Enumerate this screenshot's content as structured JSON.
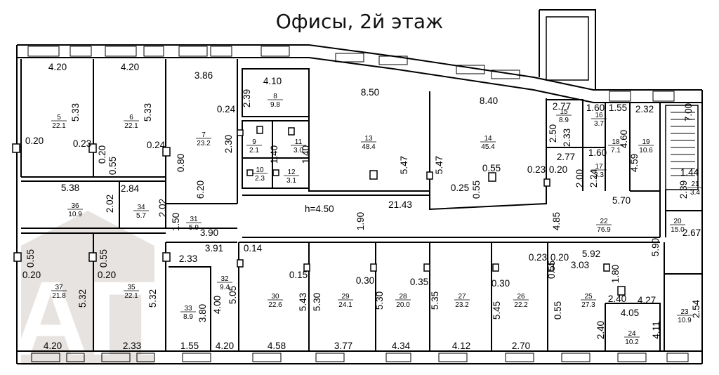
{
  "title": "Офисы, 2й этаж",
  "ceiling_height": "h=4.50",
  "watermark": "АП",
  "rooms": [
    {
      "num": "5",
      "area": "22.1"
    },
    {
      "num": "6",
      "area": "22.1"
    },
    {
      "num": "7",
      "area": "23.2"
    },
    {
      "num": "8",
      "area": "9.8"
    },
    {
      "num": "9",
      "area": "2.1"
    },
    {
      "num": "10",
      "area": "2.3"
    },
    {
      "num": "11",
      "area": "3.0"
    },
    {
      "num": "12",
      "area": "3.1"
    },
    {
      "num": "13",
      "area": "48.4"
    },
    {
      "num": "14",
      "area": "45.4"
    },
    {
      "num": "15",
      "area": "8.9"
    },
    {
      "num": "16",
      "area": "3.7"
    },
    {
      "num": "17",
      "area": "3.3"
    },
    {
      "num": "18",
      "area": "7.1"
    },
    {
      "num": "19",
      "area": "10.6"
    },
    {
      "num": "20",
      "area": "15.0"
    },
    {
      "num": "21",
      "area": "3.4"
    },
    {
      "num": "22",
      "area": "76.9"
    },
    {
      "num": "23",
      "area": "10.9"
    },
    {
      "num": "24",
      "area": "10.2"
    },
    {
      "num": "25",
      "area": "27.3"
    },
    {
      "num": "26",
      "area": "22.2"
    },
    {
      "num": "27",
      "area": "23.2"
    },
    {
      "num": "28",
      "area": "20.0"
    },
    {
      "num": "29",
      "area": "24.1"
    },
    {
      "num": "30",
      "area": "22.6"
    },
    {
      "num": "31",
      "area": "5.9"
    },
    {
      "num": "32",
      "area": "9.4"
    },
    {
      "num": "33",
      "area": "8.9"
    },
    {
      "num": "34",
      "area": "5.7"
    },
    {
      "num": "35",
      "area": "22.1"
    },
    {
      "num": "36",
      "area": "10.9"
    },
    {
      "num": "37",
      "area": "21.8"
    }
  ],
  "dimensions": [
    "4.20",
    "4.20",
    "3.86",
    "4.10",
    "8.50",
    "8.40",
    "2.77",
    "1.60",
    "1.55",
    "2.32",
    "7.00",
    "2.39",
    "5.33",
    "5.33",
    "0.24",
    "0.20",
    "0.23",
    "0.20",
    "0.55",
    "0.24",
    "0.80",
    "2.30",
    "1.40",
    "1.40",
    "5.47",
    "5.47",
    "0.55",
    "0.23",
    "0.20",
    "2.50",
    "2.33",
    "2.77",
    "1.60",
    "2.00",
    "2.24",
    "4.60",
    "4.59",
    "1.44",
    "2.39",
    "6.20",
    "5.38",
    "2.02",
    "2.84",
    "2.02",
    "1.50",
    "3.90",
    "0.25",
    "21.43",
    "1.90",
    "0.55",
    "4.85",
    "5.70",
    "2.67",
    "0.55",
    "0.55",
    "3.91",
    "0.14",
    "0.20",
    "0.20",
    "2.33",
    "0.15",
    "0.30",
    "0.35",
    "0.30",
    "0.23",
    "0.20",
    "5.92",
    "0.55",
    "5.90",
    "5.32",
    "5.32",
    "3.80",
    "4.00",
    "5.05",
    "5.43",
    "5.30",
    "5.30",
    "5.35",
    "5.45",
    "0.55",
    "3.03",
    "1.80",
    "2.40",
    "4.27",
    "4.05",
    "2.54",
    "2.40",
    "4.11",
    "4.20",
    "2.33",
    "1.55",
    "4.20",
    "4.58",
    "3.77",
    "4.34",
    "4.12",
    "2.70"
  ]
}
